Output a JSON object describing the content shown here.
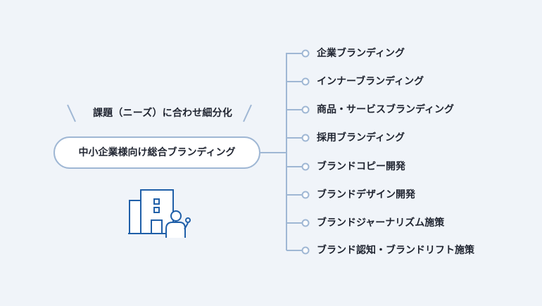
{
  "diagram": {
    "caption": "課題（ニーズ）に合わせ細分化",
    "root": "中小企業様向け総合ブランディング",
    "branches": [
      "企業ブランディング",
      "インナーブランディング",
      "商品・サービスブランディング",
      "採用ブランディング",
      "ブランドコピー開発",
      "ブランドデザイン開発",
      "ブランドジャーナリズム施策",
      "ブランド認知・ブランドリフト施策"
    ]
  },
  "icons": {
    "illustration": "building-with-person-icon"
  },
  "colors": {
    "background": "#f0f4f9",
    "connector": "#9fb7d4",
    "icon": "#1f5fa8",
    "text": "#1f2430"
  }
}
